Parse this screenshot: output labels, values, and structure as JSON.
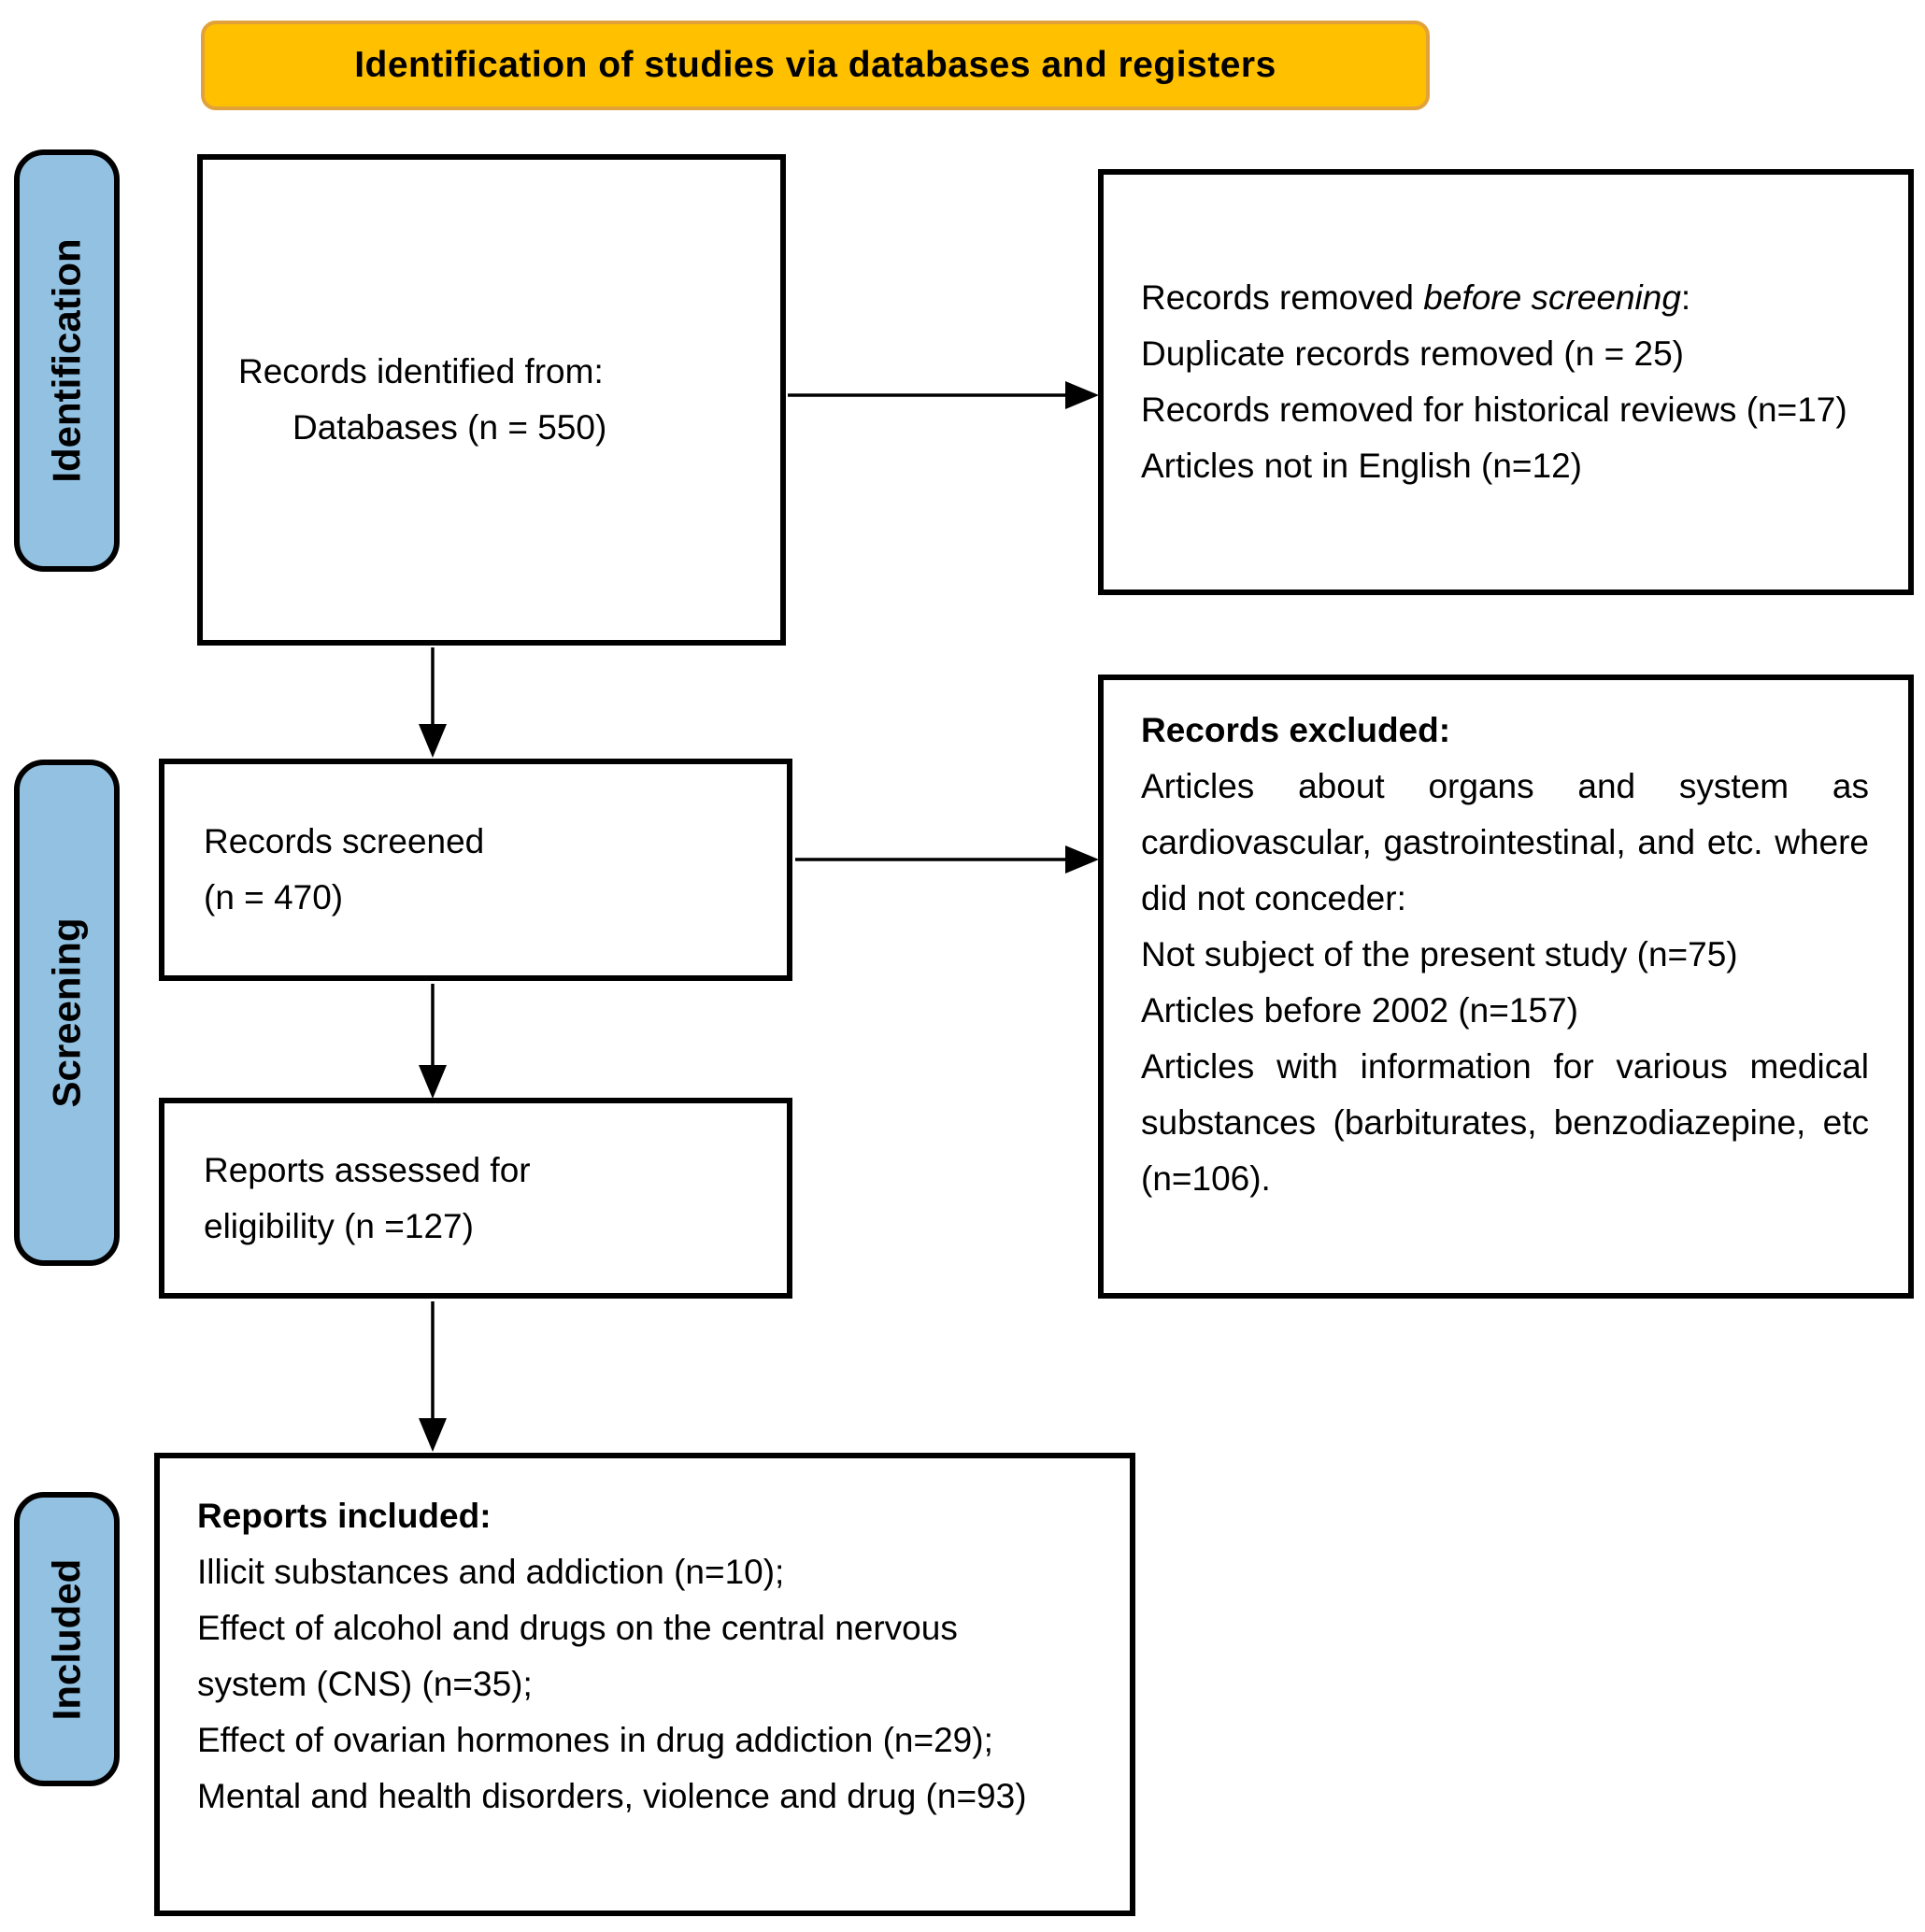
{
  "banner": {
    "title": "Identification of studies via databases and registers"
  },
  "sidebar": {
    "identification_label": "Identification",
    "screening_label": "Screening",
    "included_label": "Included"
  },
  "boxes": {
    "records_identified": {
      "line1": "Records identified from:",
      "line2": "Databases (n = 550)"
    },
    "records_removed": {
      "intro_prefix": "Records removed ",
      "intro_italic": "before screening",
      "intro_suffix": ":",
      "items": [
        "Duplicate records removed (n = 25)",
        "Records removed for historical reviews (n=17)",
        "Articles not in English (n=12)"
      ]
    },
    "records_screened": {
      "line1": "Records screened",
      "line2": "(n = 470)"
    },
    "records_excluded": {
      "heading": "Records excluded:",
      "items": [
        "Articles about organs and system as cardiovascular, gastrointestinal, and etc. where did not conceder:",
        "Not subject of the present study (n=75)",
        "Articles before 2002 (n=157)",
        "Articles with information for various medical substances (barbiturates, benzodiazepine, etc (n=106)."
      ]
    },
    "reports_assessed": {
      "line1": "Reports assessed for",
      "line2": "eligibility (n =127)"
    },
    "reports_included": {
      "heading": "Reports included:",
      "items": [
        "Illicit substances and addiction (n=10);",
        "Effect of alcohol and drugs on the central nervous system (CNS) (n=35);",
        "Effect of ovarian hormones in drug addiction (n=29);",
        "Mental and health disorders, violence and drug (n=93)"
      ]
    }
  },
  "colors": {
    "banner_fill": "#FFC000",
    "banner_border": "#E2A23B",
    "stage_pill_fill": "#92C1E2",
    "box_border": "#000000"
  }
}
